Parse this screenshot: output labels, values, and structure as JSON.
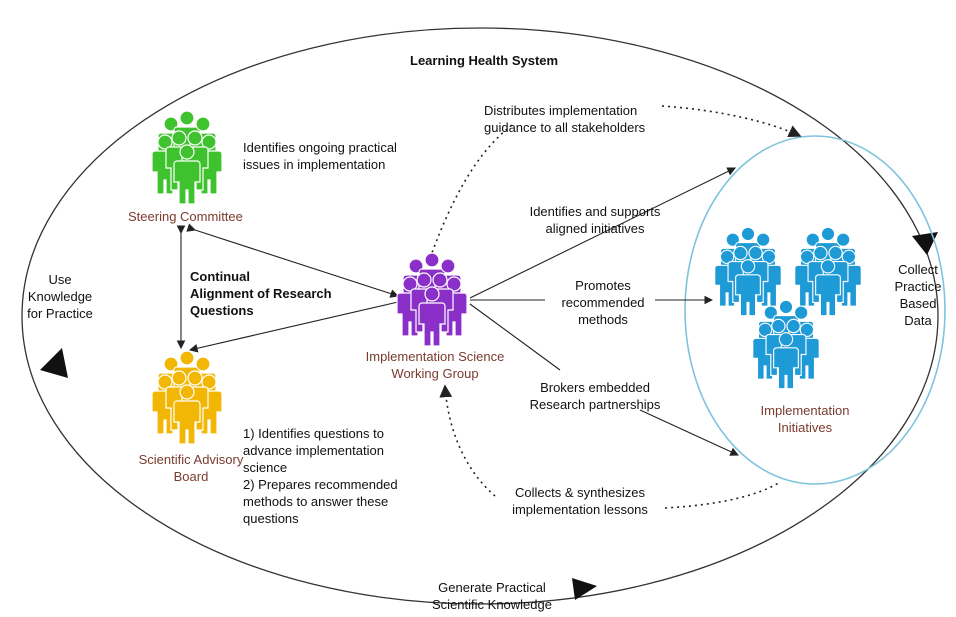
{
  "title": "Learning Health System",
  "groups": {
    "steering": {
      "name": "Steering Committee",
      "desc": "Identifies ongoing practical\nissues in implementation",
      "color": "#3ec22d"
    },
    "advisory": {
      "name": "Scientific Advisory\nBoard",
      "desc": "1) Identifies questions to\n    advance implementation\n    science\n2) Prepares recommended\n    methods to answer these\n    questions",
      "color": "#f2b705"
    },
    "working": {
      "name": "Implementation Science\nWorking Group",
      "color": "#8b2fc9"
    },
    "initiatives": {
      "name": "Implementation\nInitiatives",
      "color": "#1e9ad6"
    }
  },
  "alignment_label": "Continual\nAlignment of Research\nQuestions",
  "actions": {
    "distributes": "Distributes implementation\nguidance to all stakeholders",
    "identifies_supports": "Identifies and supports\naligned initiatives",
    "promotes": "Promotes\nrecommended\nmethods",
    "brokers": "Brokers embedded\nResearch partnerships",
    "collects": "Collects & synthesizes\nimplementation lessons"
  },
  "cycle": {
    "use": "Use\nKnowledge\nfor Practice",
    "collect": "Collect\nPractice\nBased\nData",
    "generate": "Generate Practical\nScientific Knowledge"
  },
  "colors": {
    "line": "#222222",
    "circle": "#7fc4dd",
    "label_brown": "#7a3b2e"
  }
}
